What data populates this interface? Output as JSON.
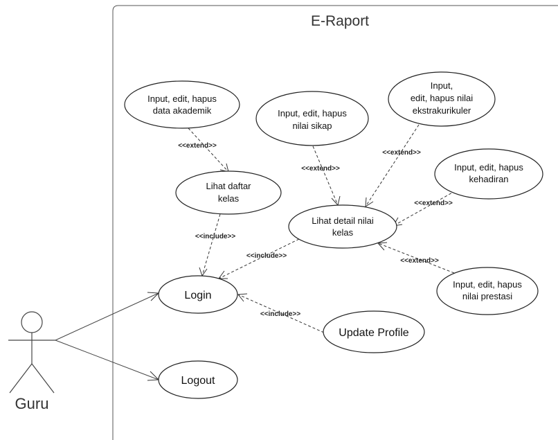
{
  "system": {
    "title": "E-Raport"
  },
  "actor": {
    "name": "Guru"
  },
  "use_cases": {
    "data_akademik": {
      "lines": [
        "Input, edit, hapus",
        "data akademik"
      ]
    },
    "nilai_sikap": {
      "lines": [
        "Input, edit, hapus",
        "nilai sikap"
      ]
    },
    "ekstrakurikuler": {
      "lines": [
        "Input,",
        "edit, hapus nilai",
        "ekstrakurikuler"
      ]
    },
    "kehadiran": {
      "lines": [
        "Input, edit, hapus",
        "kehadiran"
      ]
    },
    "daftar_kelas": {
      "lines": [
        "Lihat daftar",
        "kelas"
      ]
    },
    "detail_nilai": {
      "lines": [
        "Lihat detail nilai",
        "kelas"
      ]
    },
    "prestasi": {
      "lines": [
        "Input, edit, hapus",
        "nilai prestasi"
      ]
    },
    "login": {
      "lines": [
        "Login"
      ]
    },
    "update_profile": {
      "lines": [
        "Update Profile"
      ]
    },
    "logout": {
      "lines": [
        "Logout"
      ]
    }
  },
  "relations": {
    "extend_label": "<<extend>>",
    "include_label": "<<include>>"
  }
}
